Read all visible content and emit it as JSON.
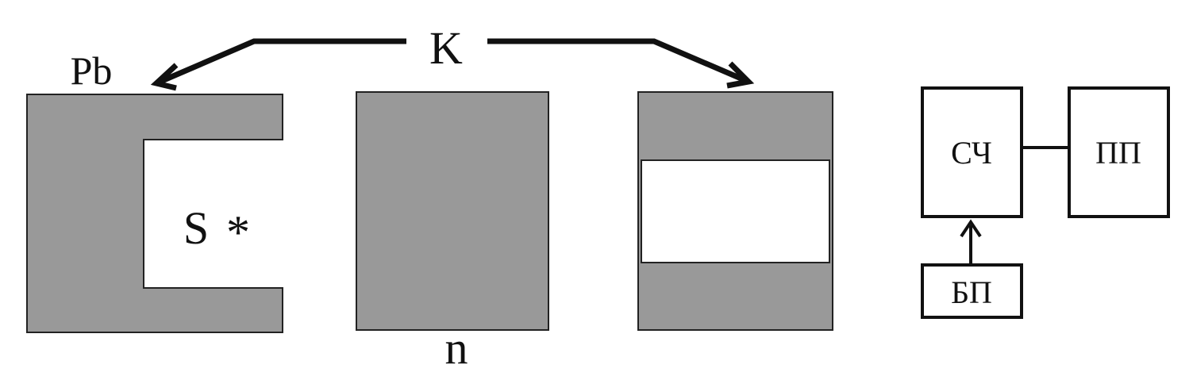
{
  "labels": {
    "k": "K",
    "pb": "Pb",
    "s": "S",
    "source_mark": "*",
    "n": "n"
  },
  "blocks": {
    "counter": "СЧ",
    "recorder": "ПП",
    "power": "БП"
  },
  "colors": {
    "shield_fill": "#999999",
    "stroke": "#222222",
    "background": "#ffffff"
  }
}
